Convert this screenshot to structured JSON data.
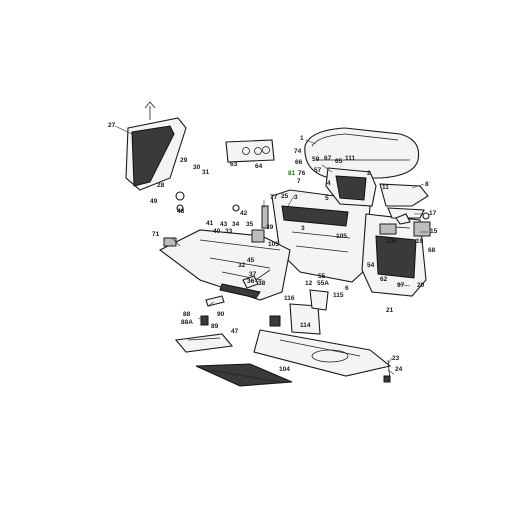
{
  "callouts": {
    "c1": "1",
    "c2": "2",
    "c3": "3",
    "c4": "4",
    "c5": "5",
    "c6": "6",
    "c7": "7",
    "c8": "8",
    "c11": "11",
    "c12": "12",
    "c15": "15",
    "c17": "17",
    "c19": "19",
    "c20": "20",
    "c21": "21",
    "c23": "23",
    "c24": "24",
    "c25": "25",
    "c27": "27",
    "c28": "28",
    "c29": "29",
    "c30": "30",
    "c31": "31",
    "c32": "32",
    "c33": "33",
    "c34": "34",
    "c35": "35",
    "c36": "36",
    "c37": "37",
    "c38": "38",
    "c39": "39",
    "c40": "40",
    "c41": "41",
    "c42": "42",
    "c43": "43",
    "c45": "45",
    "c47": "47",
    "c48": "48",
    "c49": "49",
    "c54": "54",
    "c55": "55",
    "c55a": "55A",
    "c57": "57",
    "c59": "59",
    "c62": "62",
    "c63": "63",
    "c64": "64",
    "c65": "65",
    "c66": "66",
    "c67": "67",
    "c68": "68",
    "c71": "71",
    "c74": "74",
    "c76": "76",
    "c77": "77",
    "c81": "81",
    "c88": "88",
    "c88a": "88A",
    "c89": "89",
    "c90": "90",
    "c97": "97",
    "c104": "104",
    "c105": "105",
    "c106": "106",
    "c111": "111",
    "c114": "114",
    "c115": "115",
    "c116": "116"
  },
  "highlight_color": "#1c7a1c"
}
